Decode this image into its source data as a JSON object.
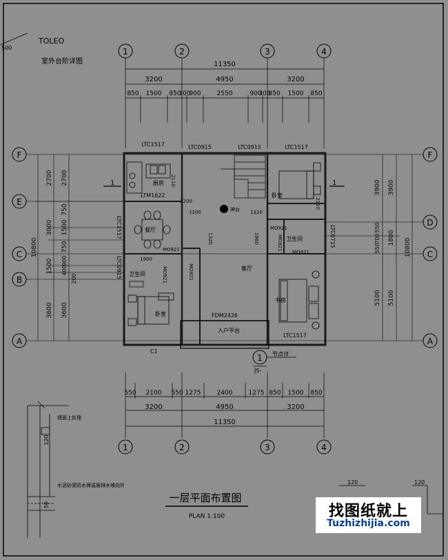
{
  "drawing": {
    "title": "一层平面布置图",
    "subtitle": "PLAN 1:100",
    "corner_note": "室外台阶详图",
    "corner_stamp": "TOLEO\u0005\u0005\u0005",
    "axes_cols": [
      "1",
      "2",
      "3",
      "4"
    ],
    "axes_rows": [
      "F",
      "E",
      "D",
      "C",
      "B",
      "A"
    ],
    "dims": {
      "total_width": "11350",
      "bays": [
        "3200",
        "4950",
        "3200"
      ],
      "top_detail": [
        "850",
        "1500",
        "850",
        "300",
        "900",
        "2550",
        "900",
        "300",
        "850",
        "1500",
        "850"
      ],
      "bottom_detail": [
        "550",
        "2100",
        "550",
        "1275",
        "2400",
        "1275",
        "850",
        "1500",
        "850"
      ],
      "left_rows": [
        "2700",
        "3000",
        "1500",
        "3600"
      ],
      "left_rows_inner": [
        "2700",
        "750",
        "1500",
        "750",
        "900",
        "400",
        "200",
        "3600"
      ],
      "left_total": "10800",
      "right_rows": [
        "3900",
        "1800",
        "5100"
      ],
      "right_rows_inner": [
        "3900",
        "550",
        "700",
        "550",
        "5100"
      ],
      "right_total": "10800",
      "left_margin": "500"
    },
    "windows": [
      "LTC1517",
      "LTC0915",
      "LTC0915",
      "LTC1517",
      "LTC1517",
      "LTC1517",
      "LTC0915",
      "LTC0715"
    ],
    "doors": [
      "MO921",
      "MO921",
      "MO921",
      "MO921",
      "MO821",
      "MO821",
      "LTM1622",
      "FDM2426",
      "C1"
    ],
    "rooms": {
      "kitchen": "厨房",
      "dining": "餐厅",
      "living": "客厅",
      "bath_left": "卫生间",
      "bath_right": "卫生间",
      "bedroom_left": "卧室",
      "bedroom_right": "卧室",
      "study": "书房",
      "entry_platform": "入户平台",
      "shrine": "神台"
    },
    "detail_ref": "节点详",
    "detail_callout": "1",
    "detail_sub": "JS-",
    "section_mark": "1",
    "small_dims": {
      "a": "120",
      "b": "120",
      "c": "120",
      "d": "50",
      "e": "1900",
      "f": "1200",
      "g": "1320",
      "h": "1860",
      "i": "2110",
      "j": "1200",
      "k": "2110",
      "l": "1320"
    },
    "detail_notes": [
      "墙面上处理",
      "水泥砂浆防水保温层排水坡向外"
    ]
  },
  "watermark": {
    "text_cn": "找图纸就上",
    "text_en": "Tuzhizhijia.com"
  },
  "colors": {
    "background": "#8f8f8f",
    "line": "#000000",
    "wall": "#1a1a1a"
  }
}
